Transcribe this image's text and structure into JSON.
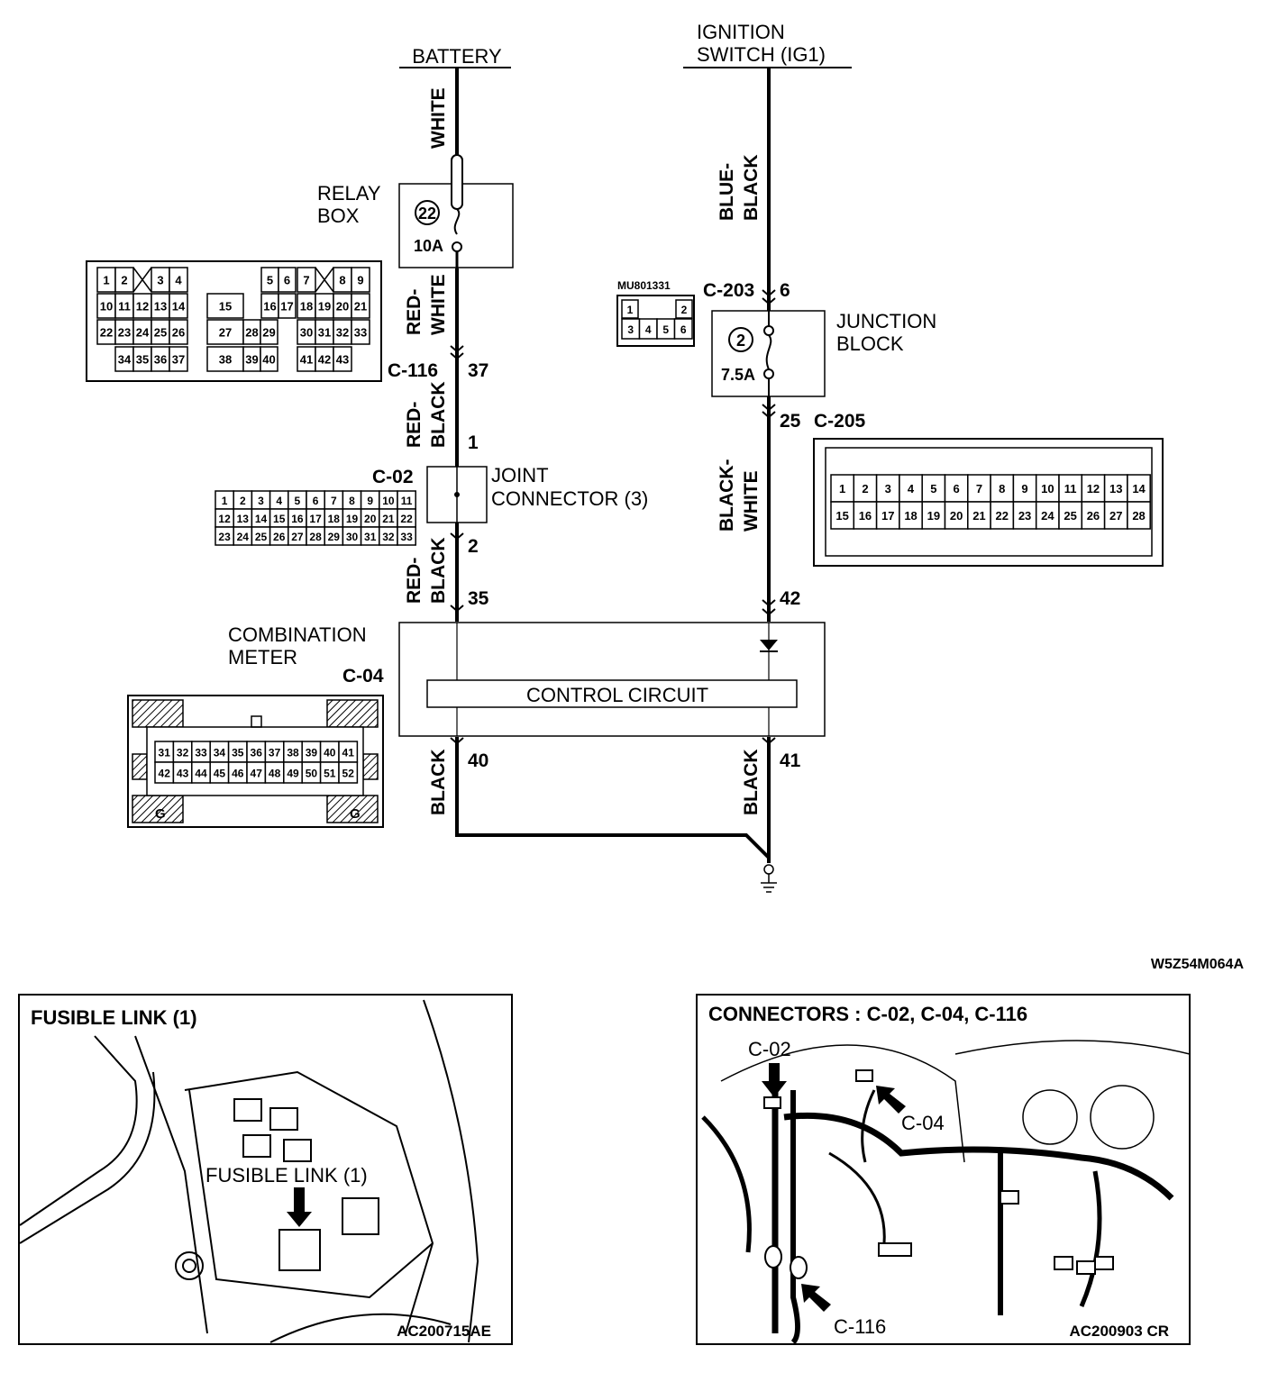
{
  "sources": {
    "battery": "BATTERY",
    "ignition_line1": "IGNITION",
    "ignition_line2": "SWITCH (IG1)"
  },
  "relay_box": {
    "line1": "RELAY",
    "line2": "BOX",
    "fuse_no": "22",
    "rating": "10A"
  },
  "junction_block": {
    "line1": "JUNCTION",
    "line2": "BLOCK",
    "fuse_no": "2",
    "rating": "7.5A"
  },
  "joint_connector": {
    "line1": "JOINT",
    "line2": "CONNECTOR (3)",
    "id": "C-02",
    "pin_in": "1",
    "pin_out": "2"
  },
  "combination_meter": {
    "line1": "COMBINATION",
    "line2": "METER",
    "id": "C-04",
    "control": "CONTROL CIRCUIT",
    "pins": {
      "left_in": "35",
      "right_in": "42",
      "left_out": "40",
      "right_out": "41"
    }
  },
  "connectors": {
    "c116": "C-116",
    "c116_pin": "37",
    "c203": "C-203",
    "c203_pin": "6",
    "c205": "C-205",
    "c205_pin": "25",
    "part_no": "MU801331"
  },
  "wire_colors": {
    "white": "WHITE",
    "red_white_1": "RED-",
    "red_white_2": "WHITE",
    "red_black_1": "RED-",
    "red_black_2": "BLACK",
    "blue_black_1": "BLUE-",
    "blue_black_2": "BLACK",
    "black_white_1": "BLACK-",
    "black_white_2": "WHITE",
    "black": "BLACK"
  },
  "relay_box_connector": {
    "rows": [
      [
        "1",
        "2",
        "3",
        "4",
        "5",
        "6",
        "7",
        "8",
        "9"
      ],
      [
        "10",
        "11",
        "12",
        "13",
        "14",
        "15",
        "16",
        "17",
        "18",
        "19",
        "20",
        "21"
      ],
      [
        "22",
        "23",
        "24",
        "25",
        "26",
        "27",
        "28",
        "29",
        "30",
        "31",
        "32",
        "33"
      ],
      [
        "34",
        "35",
        "36",
        "37",
        "38",
        "39",
        "40",
        "41",
        "42",
        "43"
      ]
    ]
  },
  "c02_connector": {
    "rows": [
      [
        "1",
        "2",
        "3",
        "4",
        "5",
        "6",
        "7",
        "8",
        "9",
        "10",
        "11"
      ],
      [
        "12",
        "13",
        "14",
        "15",
        "16",
        "17",
        "18",
        "19",
        "20",
        "21",
        "22"
      ],
      [
        "23",
        "24",
        "25",
        "26",
        "27",
        "28",
        "29",
        "30",
        "31",
        "32",
        "33"
      ]
    ]
  },
  "c203_connector": {
    "rows": [
      [
        "1",
        "2"
      ],
      [
        "3",
        "4",
        "5",
        "6"
      ]
    ]
  },
  "c205_connector": {
    "rows": [
      [
        "1",
        "2",
        "3",
        "4",
        "5",
        "6",
        "7",
        "8",
        "9",
        "10",
        "11",
        "12",
        "13",
        "14"
      ],
      [
        "15",
        "16",
        "17",
        "18",
        "19",
        "20",
        "21",
        "22",
        "23",
        "24",
        "25",
        "26",
        "27",
        "28"
      ]
    ]
  },
  "c04_connector": {
    "rows": [
      [
        "31",
        "32",
        "33",
        "34",
        "35",
        "36",
        "37",
        "38",
        "39",
        "40",
        "41"
      ],
      [
        "42",
        "43",
        "44",
        "45",
        "46",
        "47",
        "48",
        "49",
        "50",
        "51",
        "52"
      ]
    ],
    "ground": "G"
  },
  "diagram_code": "W5Z54M064A",
  "panel_fusible": {
    "title": "FUSIBLE LINK (1)",
    "callout": "FUSIBLE LINK (1)",
    "code": "AC200715AE"
  },
  "panel_connectors": {
    "title": "CONNECTORS : C-02, C-04, C-116",
    "c02": "C-02",
    "c04": "C-04",
    "c116": "C-116",
    "code": "AC200903 CR"
  }
}
